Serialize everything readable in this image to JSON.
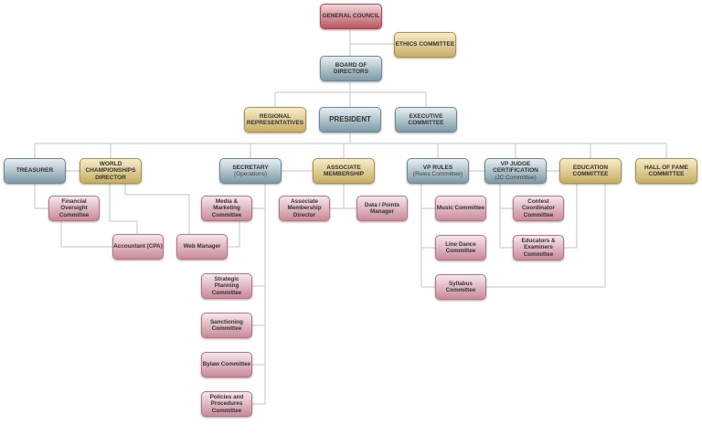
{
  "nodes": {
    "general_council": "GENERAL COUNCIL",
    "ethics": "ETHICS COMMITTEE",
    "board": "BOARD OF DIRECTORS",
    "regional": "REGIONAL REPRESENTATIVES",
    "president": "PRESIDENT",
    "executive": "EXECUTIVE COMMITTEE",
    "treasurer": "TREASURER",
    "world": "WORLD CHAMPIONSHIPS DIRECTOR",
    "secretary": "SECRETARY",
    "secretary_sub": "(Operations)",
    "associate": "ASSOCIATE MEMBERSHIP",
    "vp_rules": "VP RULES",
    "vp_rules_sub": "(Rules Committee)",
    "vp_judge": "VP JUDGE CERTIFICATION",
    "vp_judge_sub": "(JC Committee)",
    "education": "EDUCATION COMMITTEE",
    "hall_of_fame": "HALL OF FAME COMMITTEE",
    "financial": "Financial Oversight Committee",
    "accountant": "Accountant (CPA)",
    "media": "Media & Marketing Committee",
    "web": "Web Manager",
    "assoc_director": "Associate Membership Director",
    "data_points": "Data / Points Manager",
    "music": "Music Committee",
    "line_dance": "Line Dance Committee",
    "syllabus": "Syllabus Committee",
    "contest": "Contest Coordinator Committee",
    "educators": "Educators & Examiners Committee",
    "strategic": "Strategic Planning Committee",
    "sanctioning": "Sanctioning Committee",
    "bylaw": "Bylaw Committee",
    "policies": "Policies and Procedures Committee"
  },
  "colors": {
    "line": "#cccccc",
    "red": "#b9555f",
    "blue": "#7d9aa6",
    "gold": "#c8ae62",
    "pink": "#c98a99"
  }
}
